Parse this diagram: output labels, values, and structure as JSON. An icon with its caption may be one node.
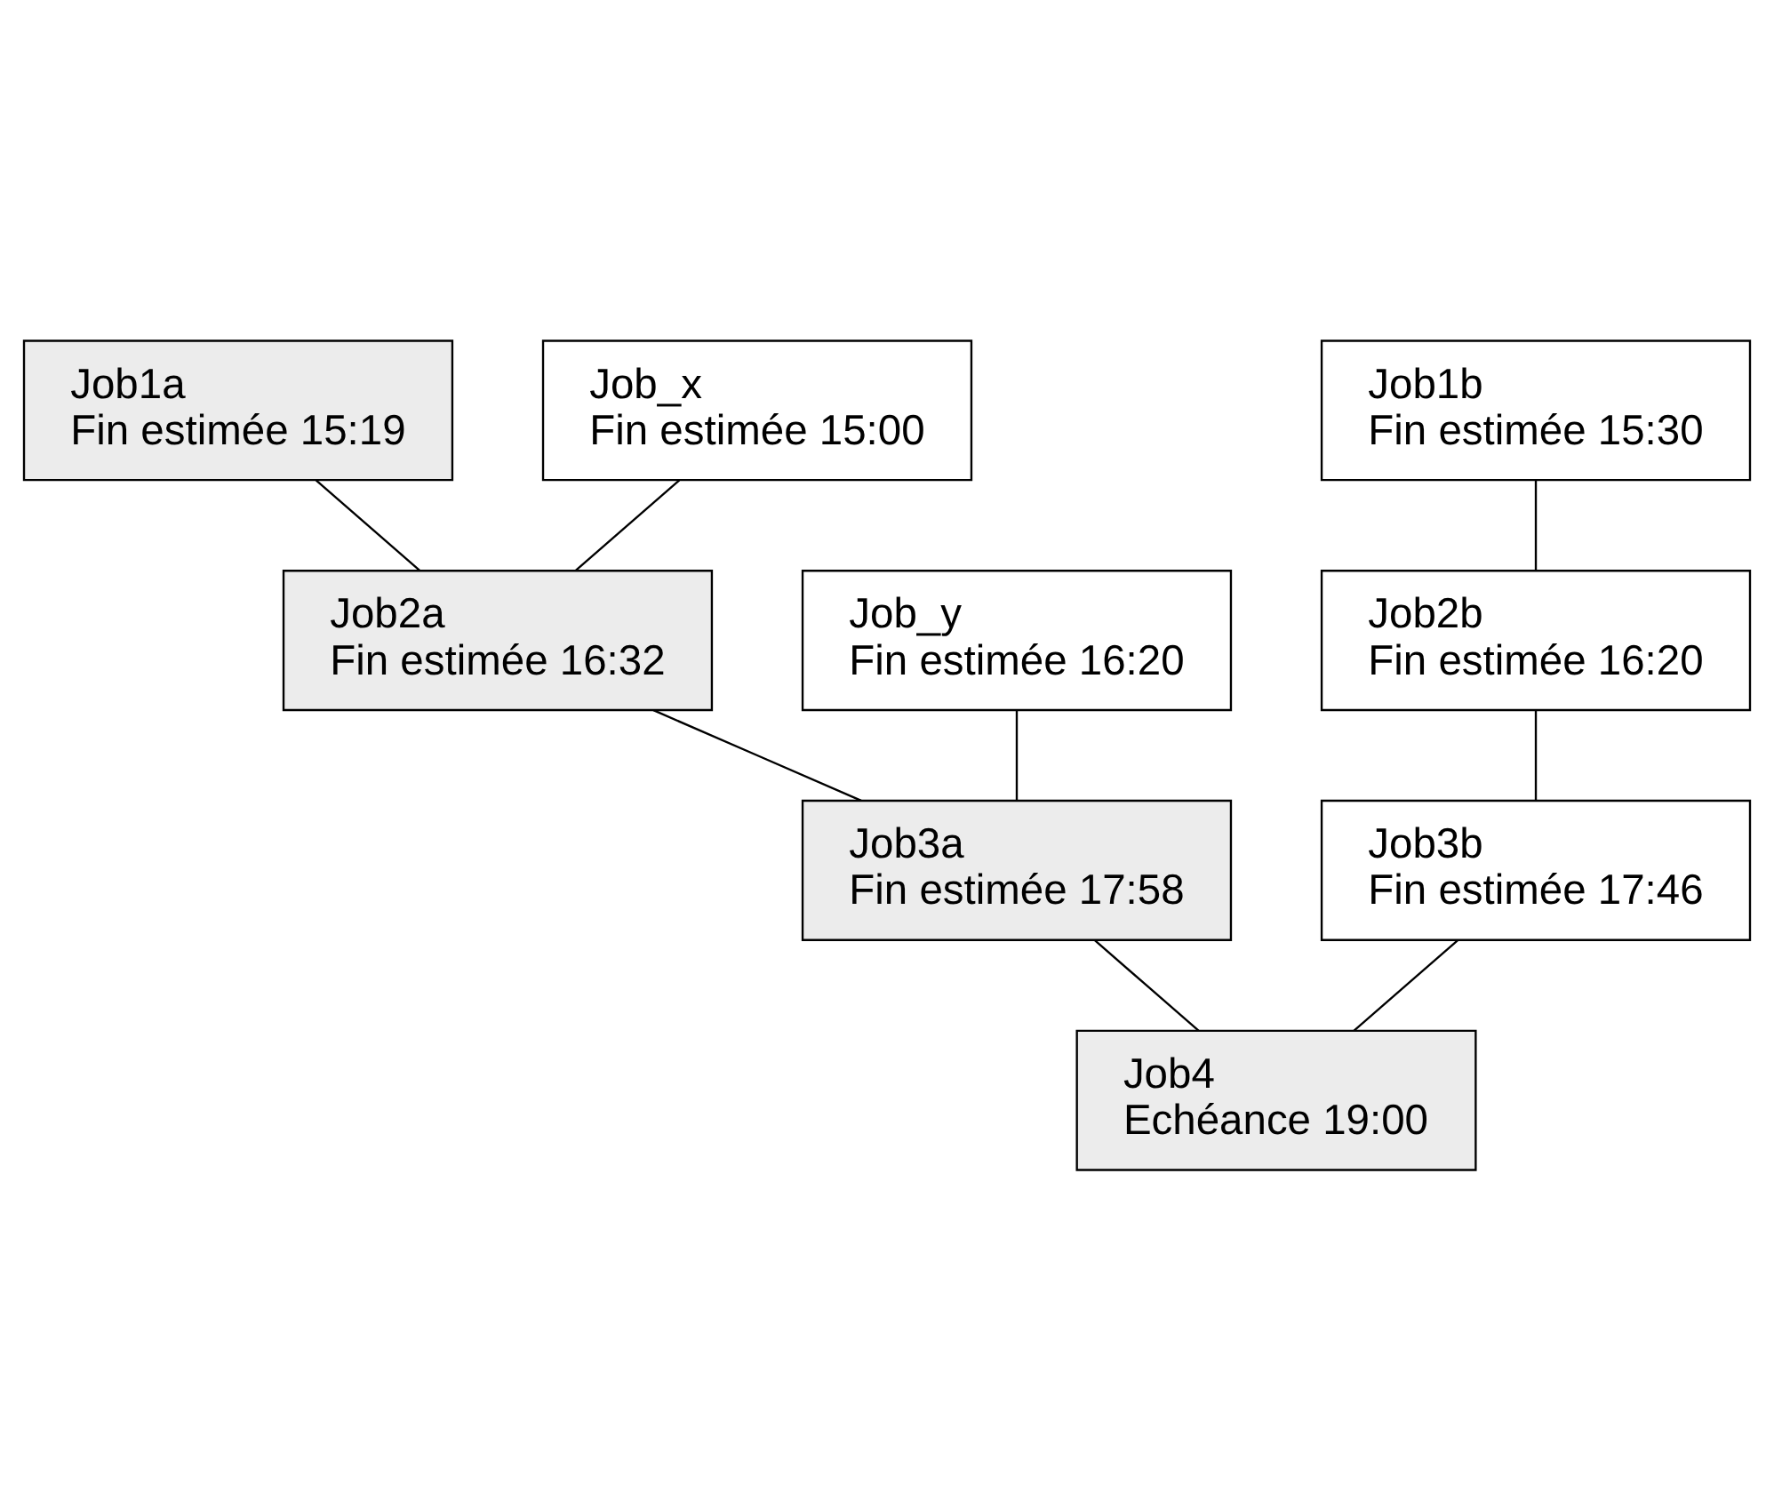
{
  "diagram": {
    "nodes": [
      {
        "text": [
          "Job1a",
          "Fin estimée 15:19"
        ]
      },
      {
        "text": [
          "Job1b",
          "Fin estimée 15:30"
        ]
      },
      {
        "text": [
          "Job_x",
          "Fin estimée 15:00"
        ]
      },
      {
        "text": [
          "Job2a",
          "Fin estimée 16:32"
        ]
      },
      {
        "text": [
          "Job2b",
          "Fin estimée 16:20"
        ]
      },
      {
        "text": [
          "Job_y",
          "Fin estimée 16:20"
        ]
      },
      {
        "text": [
          "Job3a",
          "Fin estimée 17:58"
        ]
      },
      {
        "text": [
          "Job3b",
          "Fin estimée 17:46"
        ]
      },
      {
        "text": [
          "Job4",
          "Echéance 19:00"
        ]
      }
    ],
    "edges": [
      {
        "from": 0,
        "to": 3,
        "arrow": "none"
      },
      {
        "from": 1,
        "to": 4,
        "arrow": "none"
      },
      {
        "from": 2,
        "to": 3,
        "arrow": "none"
      },
      {
        "from": 3,
        "to": 6,
        "arrow": "none"
      },
      {
        "from": 4,
        "to": 7,
        "arrow": "none"
      },
      {
        "from": 5,
        "to": 6,
        "arrow": "none"
      },
      {
        "from": 6,
        "to": 8,
        "arrow": "none"
      },
      {
        "from": 7,
        "to": 8,
        "arrow": "none"
      }
    ]
  }
}
